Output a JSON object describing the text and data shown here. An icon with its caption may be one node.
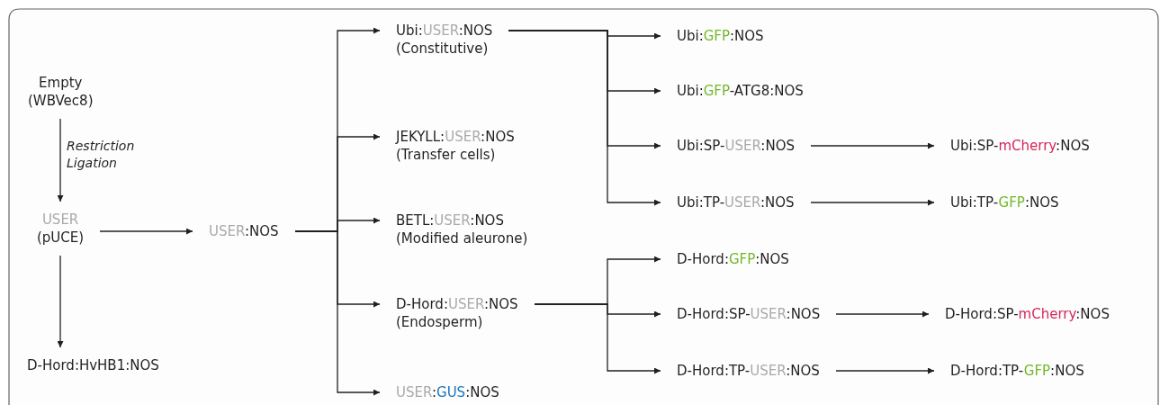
{
  "diagram": {
    "nodes": [
      {
        "text": [
          "Empty",
          "(WBVec8)"
        ]
      },
      {
        "text": [
          "USER",
          "(pUCE)"
        ]
      },
      {
        "text": [
          "D-Hord:HvHB1:NOS"
        ]
      },
      {
        "text": [
          "USER:NOS"
        ]
      },
      {
        "text": [
          "Ubi:USER:NOS",
          "(Constitutive)"
        ]
      },
      {
        "text": [
          "JEKYLL:USER:NOS",
          "(Transfer cells)"
        ]
      },
      {
        "text": [
          "BETL:USER:NOS",
          "(Modified aleurone)"
        ]
      },
      {
        "text": [
          "D-Hord:USER:NOS",
          "(Endosperm)"
        ]
      },
      {
        "text": [
          "USER:GUS:NOS"
        ]
      },
      {
        "text": [
          "Ubi:GFP:NOS"
        ]
      },
      {
        "text": [
          "Ubi:GFP-ATG8:NOS"
        ]
      },
      {
        "text": [
          "Ubi:SP-USER:NOS"
        ]
      },
      {
        "text": [
          "Ubi:TP-USER:NOS"
        ]
      },
      {
        "text": [
          "D-Hord:GFP:NOS"
        ]
      },
      {
        "text": [
          "D-Hord:SP-USER:NOS"
        ]
      },
      {
        "text": [
          "D-Hord:TP-USER:NOS"
        ]
      },
      {
        "text": [
          "Ubi:SP-mCherry:NOS"
        ]
      },
      {
        "text": [
          "Ubi:TP-GFP:NOS"
        ]
      },
      {
        "text": [
          "D-Hord:SP-mCherry:NOS"
        ]
      },
      {
        "text": [
          "D-Hord:TP-GFP:NOS"
        ]
      }
    ],
    "edges": [
      {
        "from": 0,
        "to": 1,
        "arrow": "to",
        "label": "Restriction Ligation"
      },
      {
        "from": 1,
        "to": 3,
        "arrow": "to"
      },
      {
        "from": 1,
        "to": 2,
        "arrow": "to"
      },
      {
        "from": 3,
        "to": 4,
        "arrow": "to"
      },
      {
        "from": 3,
        "to": 5,
        "arrow": "to"
      },
      {
        "from": 3,
        "to": 6,
        "arrow": "to"
      },
      {
        "from": 3,
        "to": 7,
        "arrow": "to"
      },
      {
        "from": 3,
        "to": 8,
        "arrow": "to"
      },
      {
        "from": 4,
        "to": 9,
        "arrow": "to"
      },
      {
        "from": 4,
        "to": 10,
        "arrow": "to"
      },
      {
        "from": 4,
        "to": 11,
        "arrow": "to"
      },
      {
        "from": 4,
        "to": 12,
        "arrow": "to"
      },
      {
        "from": 7,
        "to": 13,
        "arrow": "to"
      },
      {
        "from": 7,
        "to": 14,
        "arrow": "to"
      },
      {
        "from": 7,
        "to": 15,
        "arrow": "to"
      },
      {
        "from": 11,
        "to": 16,
        "arrow": "to"
      },
      {
        "from": 12,
        "to": 17,
        "arrow": "to"
      },
      {
        "from": 14,
        "to": 18,
        "arrow": "to"
      },
      {
        "from": 15,
        "to": 19,
        "arrow": "to"
      }
    ]
  }
}
